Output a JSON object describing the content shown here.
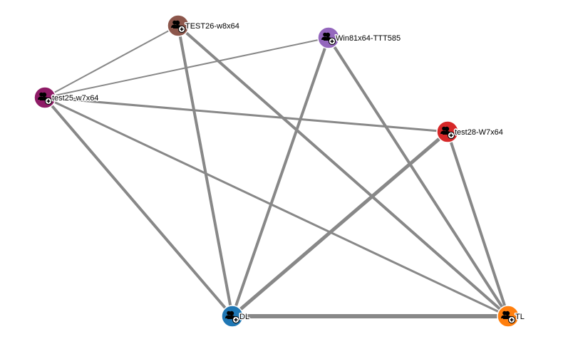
{
  "graph": {
    "nodes": [
      {
        "id": "TEST26-w8x64",
        "label": "TEST26-w8x64",
        "color": "#8c564b",
        "icon": "user-group-add-icon"
      },
      {
        "id": "Win81x64-TTT585",
        "label": "Win81x64-TTT585",
        "color": "#9467bd",
        "icon": "user-group-add-icon"
      },
      {
        "id": "test25-w7x64",
        "label": "test25-w7x64",
        "color": "#8e1b66",
        "icon": "user-group-add-icon"
      },
      {
        "id": "test28-W7x64",
        "label": "test28-W7x64",
        "color": "#d62728",
        "icon": "user-group-add-icon"
      },
      {
        "id": "DL",
        "label": "DL",
        "color": "#1f77b4",
        "icon": "user-group-add-icon"
      },
      {
        "id": "TL",
        "label": "TL",
        "color": "#ff7f0e",
        "icon": "user-group-add-icon"
      }
    ],
    "edges": [
      {
        "source": "TEST26-w8x64",
        "target": "test25-w7x64",
        "weight": 2
      },
      {
        "source": "TEST26-w8x64",
        "target": "DL",
        "weight": 4
      },
      {
        "source": "TEST26-w8x64",
        "target": "TL",
        "weight": 4
      },
      {
        "source": "Win81x64-TTT585",
        "target": "test25-w7x64",
        "weight": 2
      },
      {
        "source": "Win81x64-TTT585",
        "target": "DL",
        "weight": 4
      },
      {
        "source": "Win81x64-TTT585",
        "target": "TL",
        "weight": 4
      },
      {
        "source": "test25-w7x64",
        "target": "test28-W7x64",
        "weight": 3
      },
      {
        "source": "test25-w7x64",
        "target": "DL",
        "weight": 4
      },
      {
        "source": "test25-w7x64",
        "target": "TL",
        "weight": 3
      },
      {
        "source": "test28-W7x64",
        "target": "DL",
        "weight": 5
      },
      {
        "source": "test28-W7x64",
        "target": "TL",
        "weight": 4
      },
      {
        "source": "DL",
        "target": "TL",
        "weight": 6
      }
    ]
  }
}
